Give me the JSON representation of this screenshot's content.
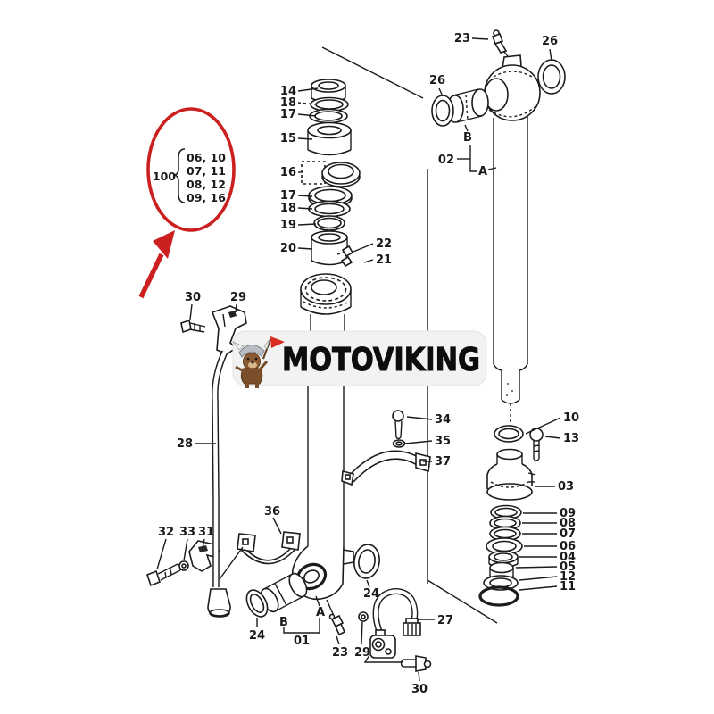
{
  "watermark": {
    "brand": "MOTOVIKING",
    "logo": "viking-dog-icon"
  },
  "callout": {
    "group": "100",
    "rows": [
      "06, 10",
      "07, 11",
      "08, 12",
      "09, 16"
    ],
    "highlight_color": "#cc2020"
  },
  "parts": {
    "n01": "01",
    "n02": "02",
    "n03": "03",
    "n04": "04",
    "n05": "05",
    "n06": "06",
    "n07": "07",
    "n08": "08",
    "n09": "09",
    "n10": "10",
    "n11": "11",
    "n12": "12",
    "n13": "13",
    "n14": "14",
    "n15": "15",
    "n16": "16",
    "n17": "17",
    "n18": "18",
    "n19": "19",
    "n20": "20",
    "n21": "21",
    "n22": "22",
    "n23": "23",
    "n24": "24",
    "n26": "26",
    "n27": "27",
    "n28": "28",
    "n29": "29",
    "n30": "30",
    "n31": "31",
    "n32": "32",
    "n33": "33",
    "n34": "34",
    "n35": "35",
    "n36": "36",
    "n37": "37",
    "refA": "A",
    "refB": "B"
  },
  "colors": {
    "line": "#1c1c1c",
    "highlight": "#cc2020",
    "banner_bg": "#f2f2f2",
    "text": "#1a1a1a"
  }
}
